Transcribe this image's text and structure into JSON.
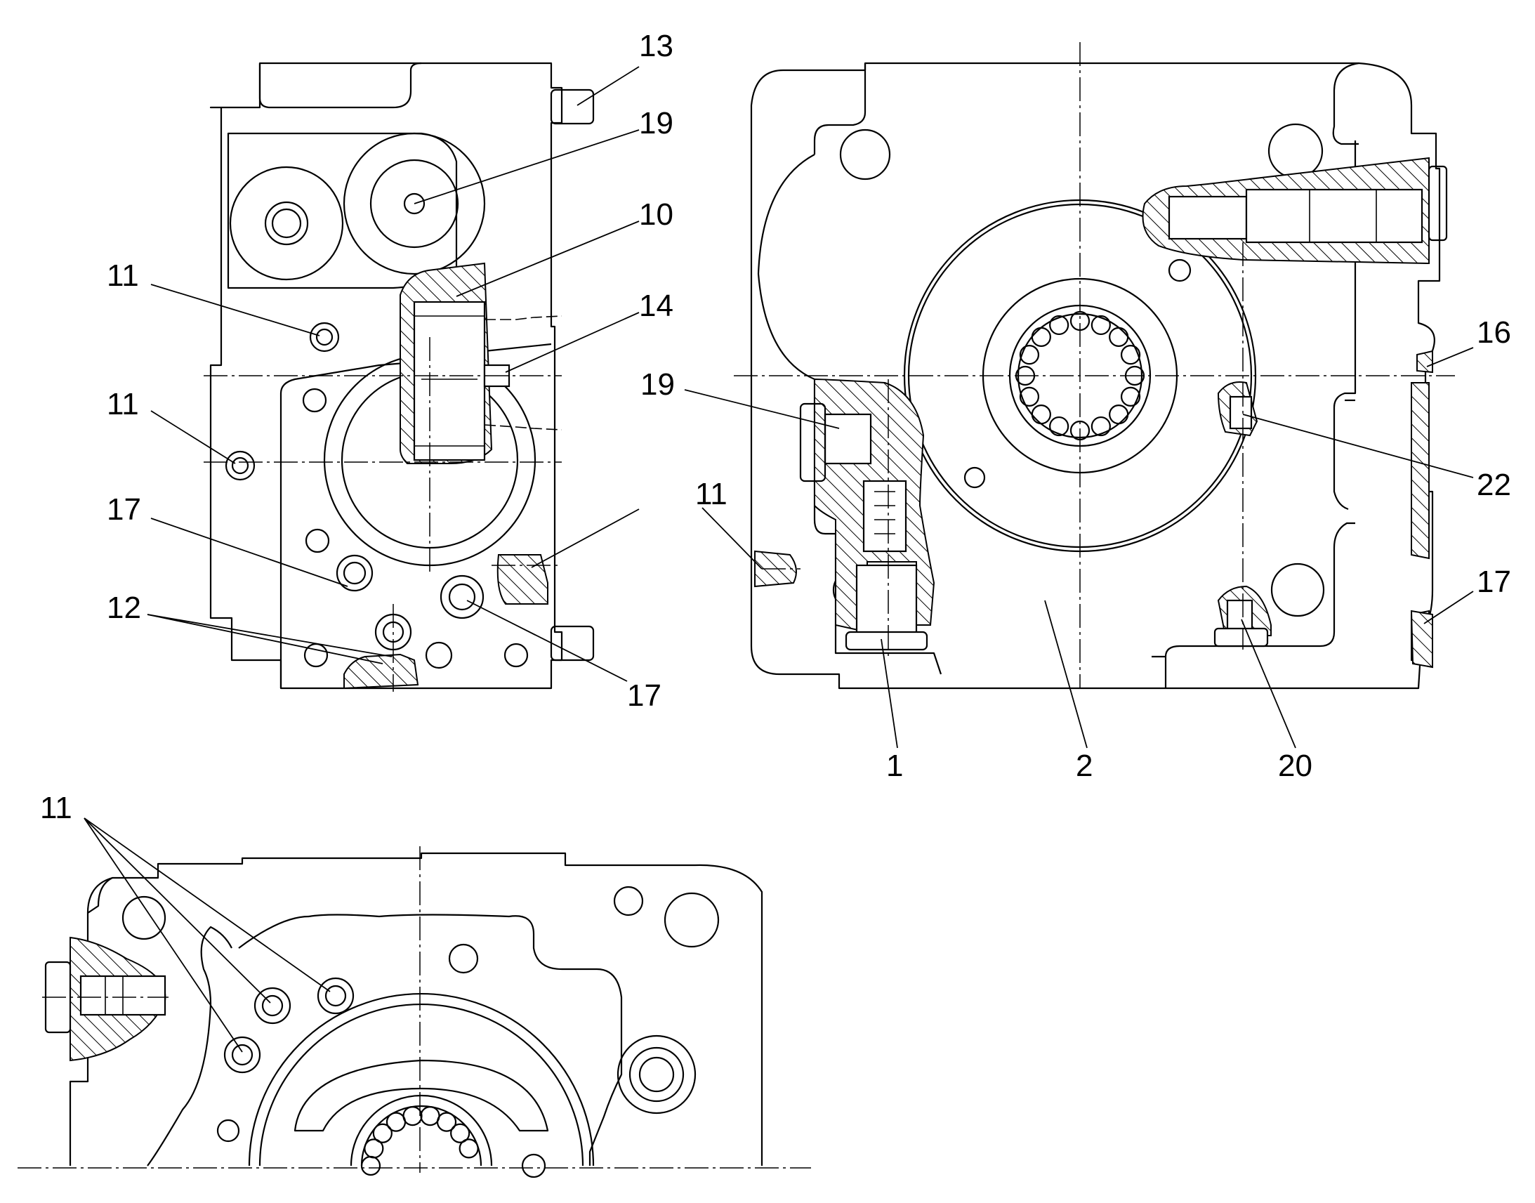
{
  "callouts": {
    "c13": "13",
    "c19a": "19",
    "c10": "10",
    "c14": "14",
    "c11a": "11",
    "c11b": "11",
    "c17a": "17",
    "c11c": "11",
    "c12": "12",
    "c17b": "17",
    "c19b": "19",
    "c16": "16",
    "c22": "22",
    "c11d": "11",
    "c17c": "17",
    "c1": "1",
    "c2": "2",
    "c20": "20",
    "c11e": "11"
  }
}
